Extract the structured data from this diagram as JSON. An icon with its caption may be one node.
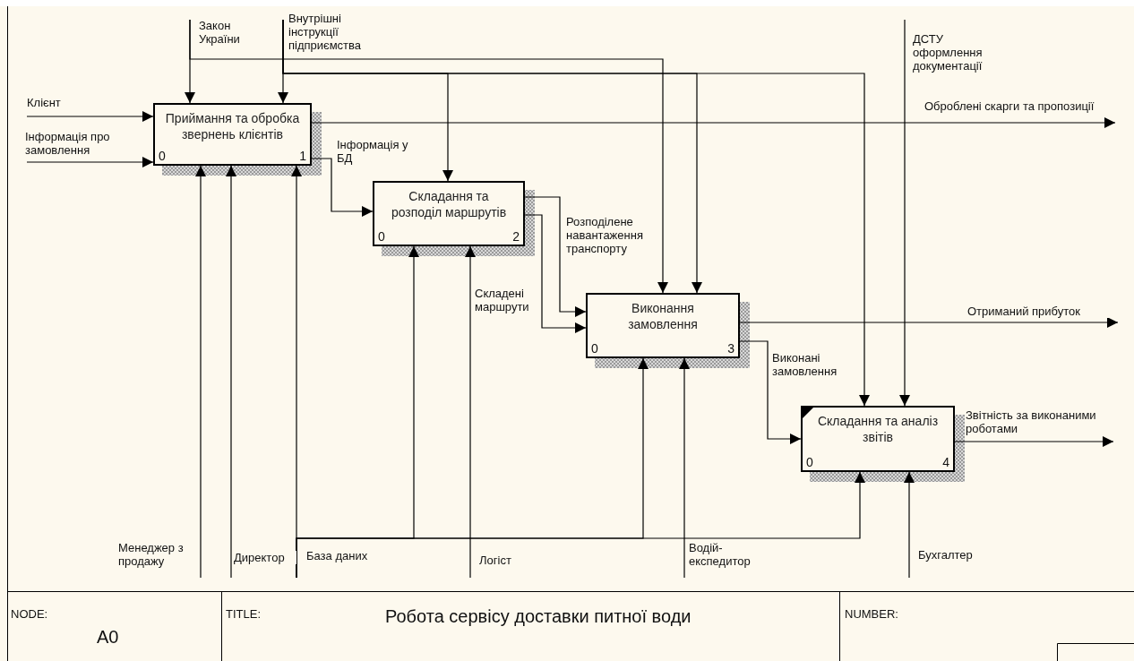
{
  "diagram": {
    "title": "Робота сервісу доставки  питної води",
    "nodes": [
      {
        "text": [
          "Приймання та обробка звернень клієнтів",
          "0",
          "1"
        ]
      },
      {
        "text": [
          "Складання та розподіл маршрутів",
          "0",
          "2"
        ]
      },
      {
        "text": [
          "Виконання замовлення",
          "0",
          "3"
        ]
      },
      {
        "text": [
          "Складання та аналіз звітів",
          "0",
          "4"
        ]
      }
    ],
    "edges": [
      {
        "from": null,
        "to": 0,
        "arrow": "to",
        "label": "Клієнт"
      },
      {
        "from": null,
        "to": 0,
        "arrow": "to",
        "label": "Інформація про замовлення"
      },
      {
        "from": null,
        "to": 0,
        "arrow": "to",
        "label": "Закон України"
      },
      {
        "from": null,
        "to": 2,
        "arrow": "to"
      },
      {
        "from": null,
        "to": 0,
        "arrow": "to",
        "label": "Внутрішні інструкції підприємства"
      },
      {
        "from": null,
        "to": 1,
        "arrow": "to"
      },
      {
        "from": null,
        "to": 2,
        "arrow": "to"
      },
      {
        "from": null,
        "to": 3,
        "arrow": "to"
      },
      {
        "from": null,
        "to": 3,
        "arrow": "to",
        "label": "ДСТУ оформлення документації"
      },
      {
        "from": 0,
        "to": null,
        "arrow": "to",
        "label": "Оброблені скарги та пропозиції"
      },
      {
        "from": 0,
        "to": 1,
        "arrow": "to",
        "label": "Інформація у БД"
      },
      {
        "from": 1,
        "to": 2,
        "arrow": "to",
        "label": "Розподілене навантаження транспорту"
      },
      {
        "from": 1,
        "to": 2,
        "arrow": "to",
        "label": "Складені маршрути"
      },
      {
        "from": 2,
        "to": null,
        "arrow": "to",
        "label": "Отриманий прибуток"
      },
      {
        "from": 2,
        "to": 3,
        "arrow": "to",
        "label": "Виконані замовлення"
      },
      {
        "from": 3,
        "to": null,
        "arrow": "to",
        "label": "Звітність за виконаними роботами"
      },
      {
        "from": null,
        "to": 0,
        "arrow": "to",
        "label": "Менеджер з продажу"
      },
      {
        "from": null,
        "to": 0,
        "arrow": "to",
        "label": "Директор"
      },
      {
        "from": null,
        "to": 0,
        "arrow": "to",
        "label": "База даних"
      },
      {
        "from": null,
        "to": 1,
        "arrow": "to"
      },
      {
        "from": null,
        "to": 2,
        "arrow": "to"
      },
      {
        "from": null,
        "to": 3,
        "arrow": "to"
      },
      {
        "from": null,
        "to": 1,
        "arrow": "to",
        "label": "Логіст"
      },
      {
        "from": null,
        "to": 2,
        "arrow": "to",
        "label": "Водій-експедитор"
      },
      {
        "from": null,
        "to": 3,
        "arrow": "to",
        "label": "Бухгалтер"
      }
    ],
    "labels": [
      "NODE:",
      "A0",
      "TITLE:",
      "NUMBER:"
    ]
  }
}
